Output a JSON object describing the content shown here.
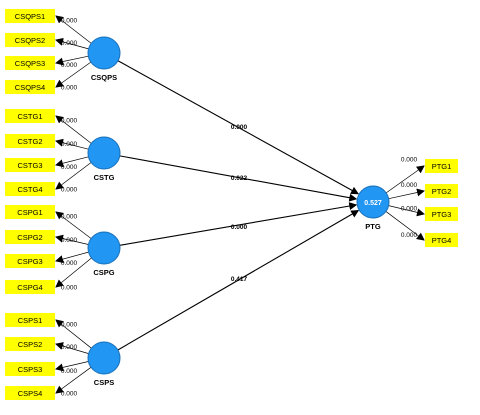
{
  "colors": {
    "construct_fill": "#2196f3",
    "construct_stroke": "#1a6fb8",
    "indicator_fill": "#ffff00",
    "arrow": "#000000"
  },
  "constructs": [
    {
      "id": "CSQPS",
      "label": "CSQPS",
      "indicators": [
        {
          "label": "CSQPS1",
          "loading": "0.000"
        },
        {
          "label": "CSQPS2",
          "loading": "0.000"
        },
        {
          "label": "CSQPS3",
          "loading": "0.000"
        },
        {
          "label": "CSQPS4",
          "loading": "0.000"
        }
      ],
      "path_to_PTG": "0.000"
    },
    {
      "id": "CSTG",
      "label": "CSTG",
      "indicators": [
        {
          "label": "CSTG1",
          "loading": "0.000"
        },
        {
          "label": "CSTG2",
          "loading": "0.000"
        },
        {
          "label": "CSTG3",
          "loading": "0.000"
        },
        {
          "label": "CSTG4",
          "loading": "0.000"
        }
      ],
      "path_to_PTG": "0.022"
    },
    {
      "id": "CSPG",
      "label": "CSPG",
      "indicators": [
        {
          "label": "CSPG1",
          "loading": "0.000"
        },
        {
          "label": "CSPG2",
          "loading": "0.000"
        },
        {
          "label": "CSPG3",
          "loading": "0.000"
        },
        {
          "label": "CSPG4",
          "loading": "0.000"
        }
      ],
      "path_to_PTG": "0.000"
    },
    {
      "id": "CSPS",
      "label": "CSPS",
      "indicators": [
        {
          "label": "CSPS1",
          "loading": "0.000"
        },
        {
          "label": "CSPS2",
          "loading": "0.000"
        },
        {
          "label": "CSPS3",
          "loading": "0.000"
        },
        {
          "label": "CSPS4",
          "loading": "0.000"
        }
      ],
      "path_to_PTG": "0.417"
    }
  ],
  "target": {
    "id": "PTG",
    "label": "PTG",
    "r_squared": "0.527",
    "indicators": [
      {
        "label": "PTG1",
        "loading": "0.000"
      },
      {
        "label": "PTG2",
        "loading": "0.000"
      },
      {
        "label": "PTG3",
        "loading": "0.000"
      },
      {
        "label": "PTG4",
        "loading": "0.000"
      }
    ]
  }
}
